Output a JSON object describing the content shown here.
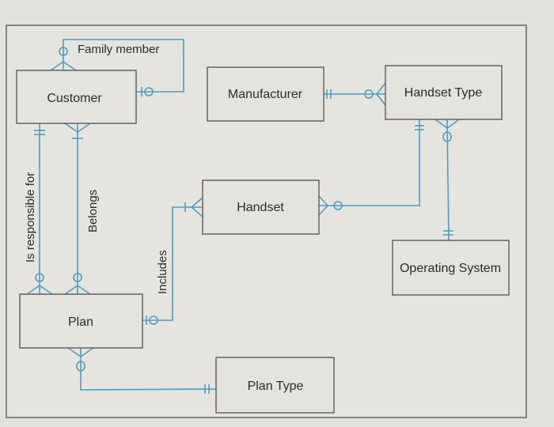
{
  "diagram": {
    "type": "entity-relationship (crow's foot)",
    "accent_color": "#4a9ec4",
    "entities": [
      {
        "id": "customer",
        "label": "Customer"
      },
      {
        "id": "manufacturer",
        "label": "Manufacturer"
      },
      {
        "id": "handset_type",
        "label": "Handset Type"
      },
      {
        "id": "handset",
        "label": "Handset"
      },
      {
        "id": "operating_system",
        "label": "Operating System"
      },
      {
        "id": "plan",
        "label": "Plan"
      },
      {
        "id": "plan_type",
        "label": "Plan Type"
      }
    ],
    "relationships": [
      {
        "id": "family_member",
        "label": "Family member",
        "from": "customer",
        "from_cardinality": "zero-or-one",
        "to": "customer",
        "to_cardinality": "zero-or-many"
      },
      {
        "id": "is_responsible_for",
        "label": "Is responsible for",
        "from": "customer",
        "from_cardinality": "one-and-only-one",
        "to": "plan",
        "to_cardinality": "zero-or-many"
      },
      {
        "id": "belongs",
        "label": "Belongs",
        "from": "customer",
        "from_cardinality": "one-or-many",
        "to": "plan",
        "to_cardinality": "zero-or-many"
      },
      {
        "id": "includes",
        "label": "Includes",
        "from": "plan",
        "from_cardinality": "zero-or-one",
        "to": "handset",
        "to_cardinality": "one-or-many"
      },
      {
        "id": "manufacturer_handset_type",
        "label": "",
        "from": "manufacturer",
        "from_cardinality": "one-and-only-one",
        "to": "handset_type",
        "to_cardinality": "zero-or-many"
      },
      {
        "id": "handset_type_handset",
        "label": "",
        "from": "handset_type",
        "from_cardinality": "one-and-only-one",
        "to": "handset",
        "to_cardinality": "zero-or-many"
      },
      {
        "id": "handset_type_os",
        "label": "",
        "from": "operating_system",
        "from_cardinality": "one-and-only-one",
        "to": "handset_type",
        "to_cardinality": "zero-or-many"
      },
      {
        "id": "plan_plan_type",
        "label": "",
        "from": "plan_type",
        "from_cardinality": "one-and-only-one",
        "to": "plan",
        "to_cardinality": "zero-or-many"
      }
    ]
  }
}
